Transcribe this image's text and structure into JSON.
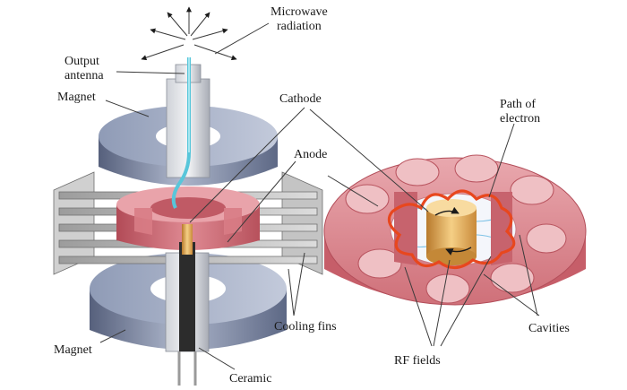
{
  "labels": {
    "microwave_radiation": [
      "Microwave",
      "radiation"
    ],
    "output_antenna": [
      "Output",
      "antenna"
    ],
    "magnet_top": "Magnet",
    "cathode": "Cathode",
    "anode": "Anode",
    "path_of_electron": [
      "Path of",
      "electron"
    ],
    "cooling_fins": "Cooling fins",
    "magnet_bottom": "Magnet",
    "ceramic": "Ceramic",
    "rf_fields": "RF fields",
    "cavities": "Cavities"
  },
  "colors": {
    "magnet": "#6f7d9c",
    "magnet_light": "#aab4cb",
    "anode": "#c9636e",
    "anode_light": "#e7a2a8",
    "fins": "#b9b9b9",
    "cathode": "#e0a752",
    "electron_path": "#e8471e",
    "antenna": "#6fd3e3"
  }
}
